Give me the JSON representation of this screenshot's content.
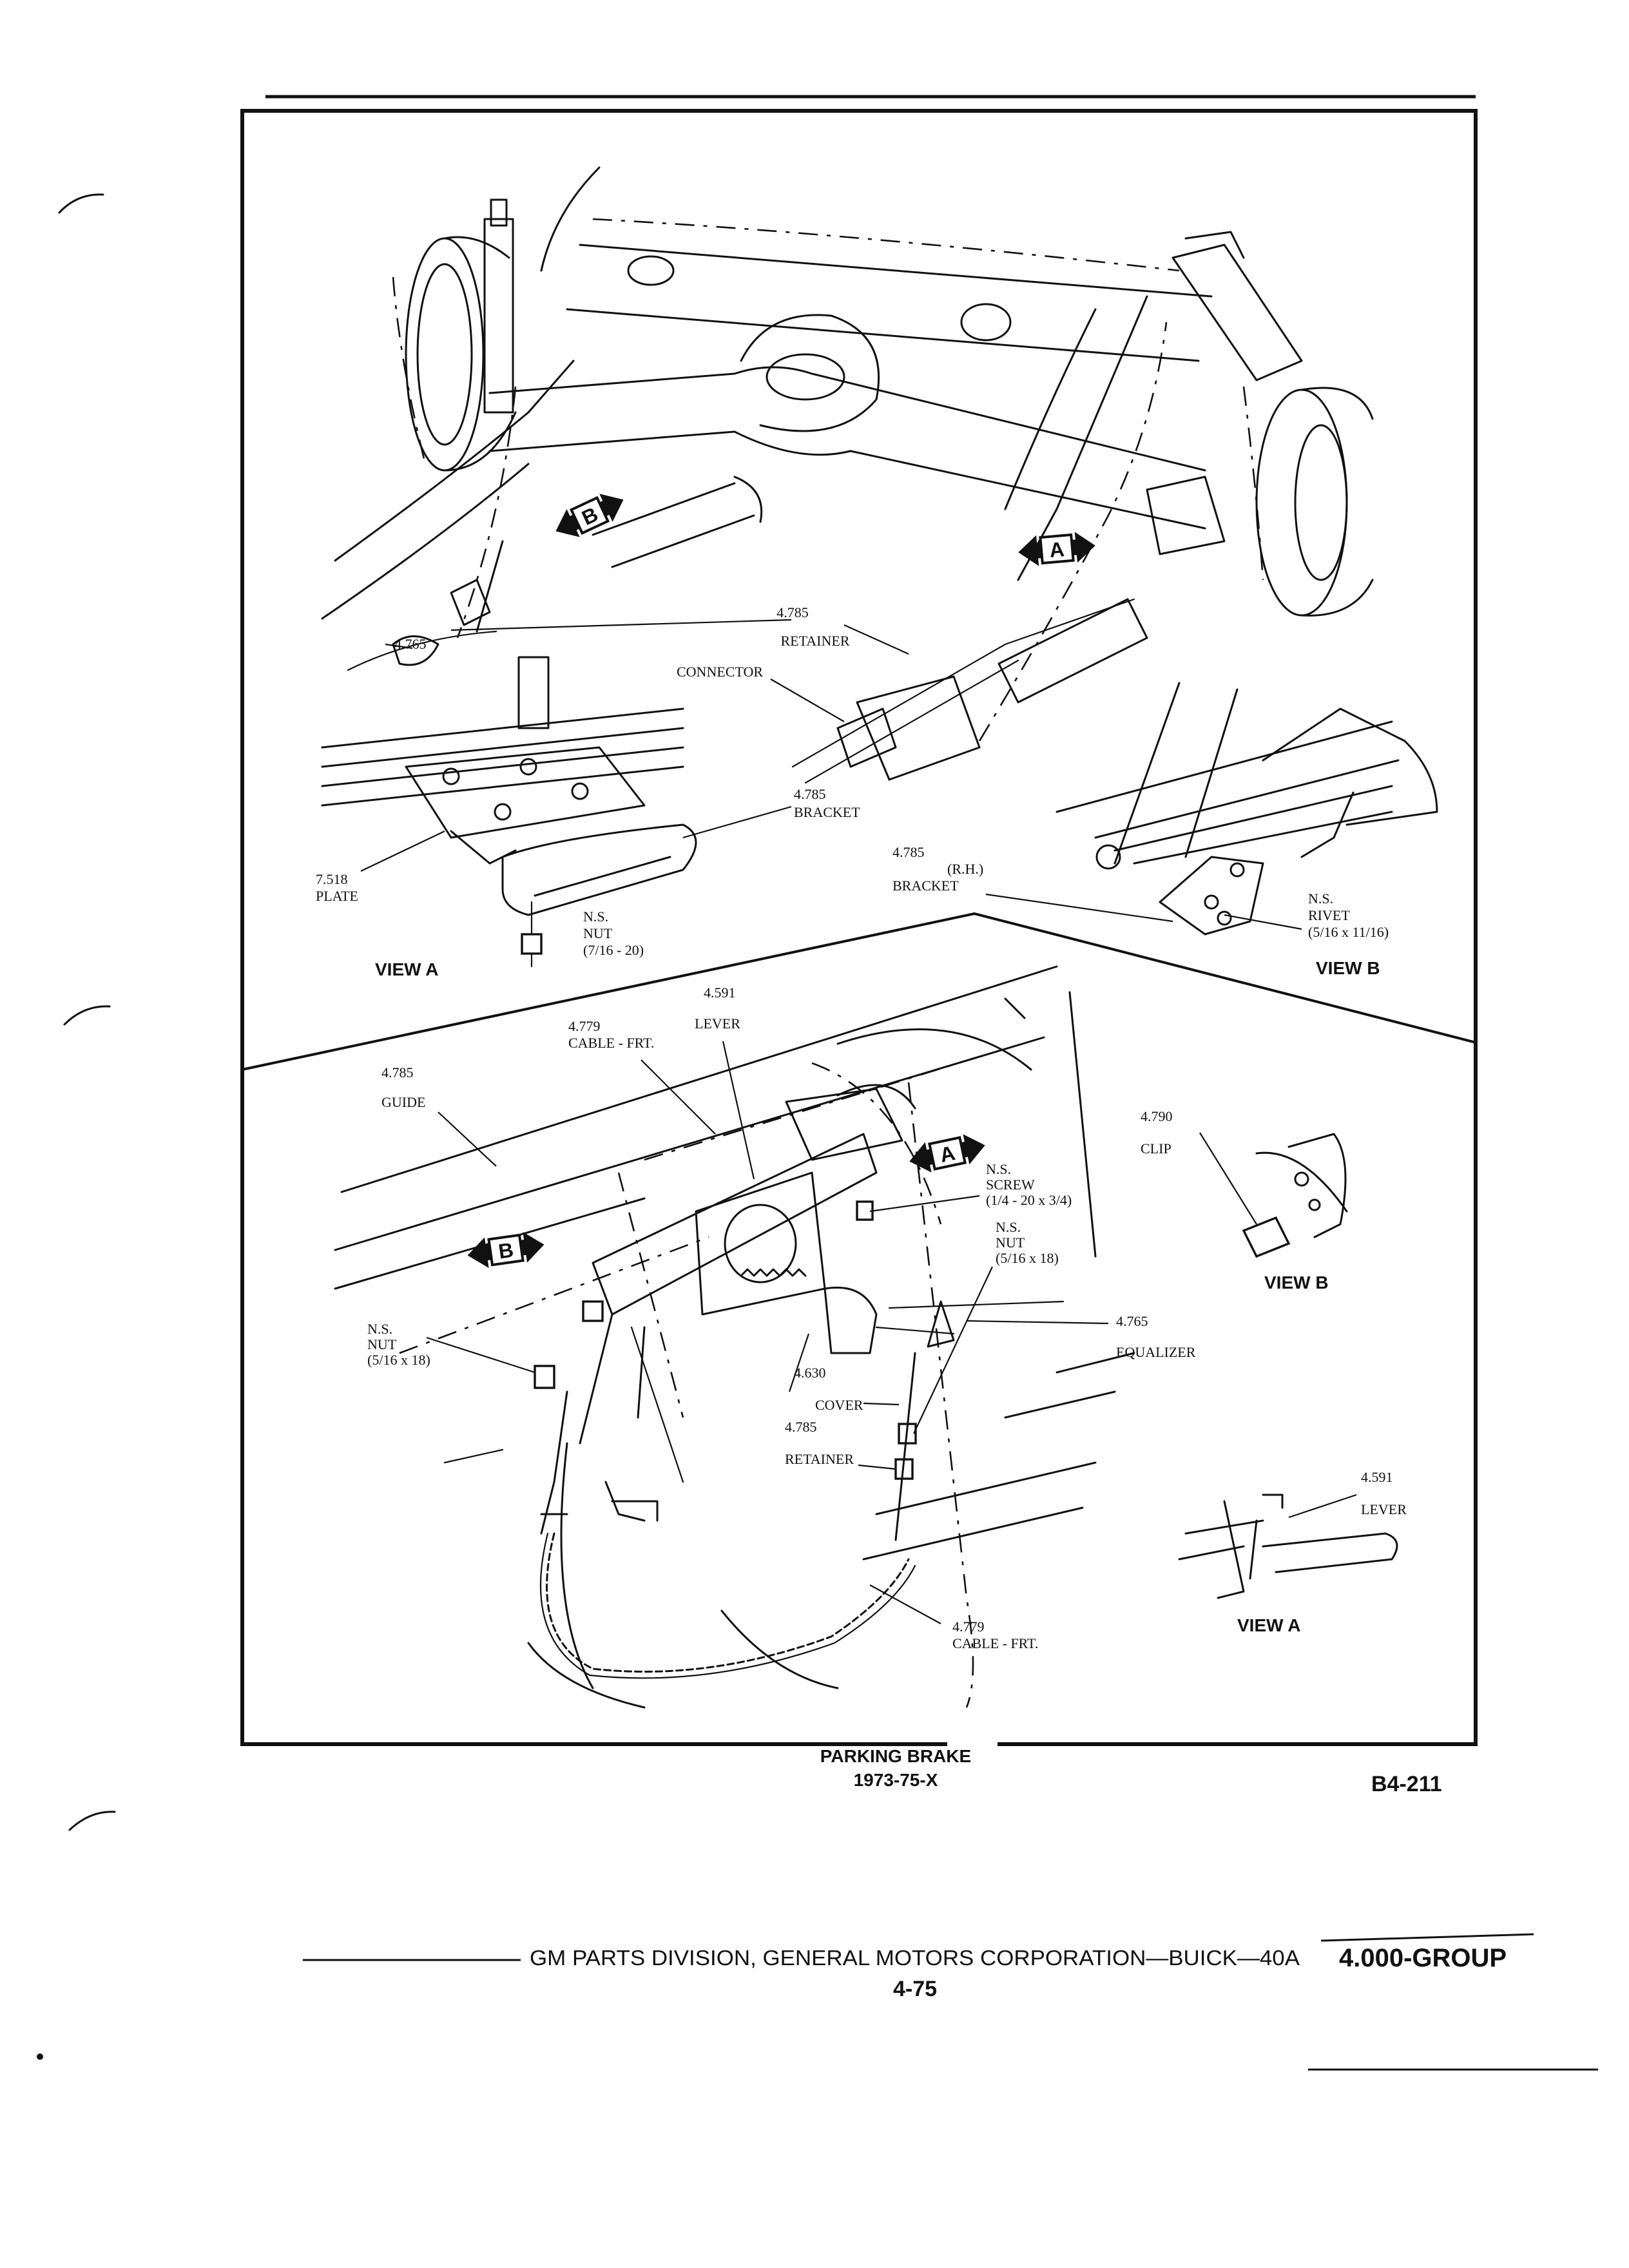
{
  "figure": {
    "title": "PARKING BRAKE",
    "subtitle": "1973-75-X",
    "code": "B4-211"
  },
  "views": {
    "top_left": "VIEW A",
    "top_right": "VIEW B",
    "inset_b": "VIEW B",
    "inset_a": "VIEW A"
  },
  "markers": {
    "a": "A",
    "b": "B"
  },
  "callouts": {
    "c1": [
      "4.785",
      "RETAINER"
    ],
    "c2": [
      "4.765"
    ],
    "c3": [
      "CONNECTOR"
    ],
    "c4": [
      "4.785",
      "BRACKET"
    ],
    "c5": [
      "7.518",
      "PLATE"
    ],
    "c6": [
      "N.S.",
      "NUT",
      "(7/16 - 20)"
    ],
    "c7": [
      "4.785",
      "(R.H.)",
      "BRACKET"
    ],
    "c8": [
      "N.S.",
      "RIVET",
      "(5/16 x 11/16)"
    ],
    "c9": [
      "4.591",
      "LEVER"
    ],
    "c10": [
      "4.779",
      "CABLE - FRT."
    ],
    "c11": [
      "4.785",
      "GUIDE"
    ],
    "c12": [
      "N.S.",
      "SCREW",
      "(1/4 - 20 x 3/4)"
    ],
    "c13": [
      "N.S.",
      "NUT",
      "(5/16 x 18)"
    ],
    "c14": [
      "4.790",
      "CLIP"
    ],
    "c15": [
      "N.S.",
      "NUT",
      "(5/16 x 18)"
    ],
    "c16": [
      "4.765",
      "EQUALIZER"
    ],
    "c17": [
      "4.630",
      "COVER"
    ],
    "c18": [
      "4.785",
      "RETAINER"
    ],
    "c19": [
      "4.591",
      "LEVER"
    ],
    "c20": [
      "4.779",
      "CABLE - FRT."
    ]
  },
  "footer": {
    "publisher": "GM PARTS DIVISION,  GENERAL MOTORS CORPORATION—BUICK—40A",
    "page": "4-75",
    "group": "4.000-GROUP"
  }
}
